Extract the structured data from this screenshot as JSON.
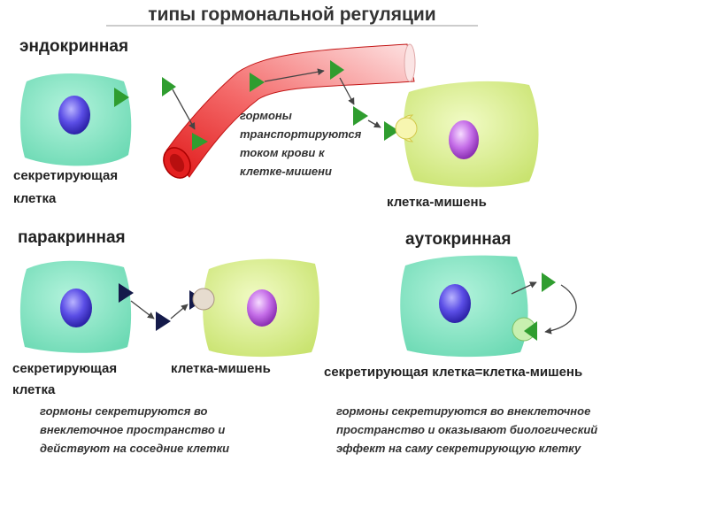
{
  "title": "типы гормональной регуляции",
  "colors": {
    "secreting_cell": "#7fe3c0",
    "target_cell": "#d6ec88",
    "nucleus_blue": "#5b4ee6",
    "nucleus_purple": "#c56ee8",
    "hormone_green": "#2f9d2f",
    "hormone_navy": "#141a4a",
    "vessel": "#e21e1e"
  },
  "endocrine": {
    "heading": "эндокринная",
    "secreting_label": "секретирующая",
    "secreting_label_2": "клетка",
    "note_lines": [
      "гормоны",
      "транспортируются",
      "током крови к",
      "клетке-мишени"
    ],
    "target_label": "клетка-мишень"
  },
  "paracrine": {
    "heading": "паракринная",
    "secreting_label": "секретирующая",
    "secreting_label_2": "клетка",
    "target_label": "клетка-мишень",
    "note_lines": [
      "гормоны секретируются во",
      "внеклеточное пространство и",
      "действуют на соседние клетки"
    ]
  },
  "autocrine": {
    "heading": "аутокринная",
    "cell_label": "секретирующая клетка=клетка-мишень",
    "note_lines": [
      "гормоны секретируются во внеклеточное",
      "пространство и оказывают биологический",
      "эффект на саму секретирующую клетку"
    ]
  },
  "icons": [
    "hormone-triangle-icon",
    "receptor-icon",
    "arrow-icon",
    "blood-vessel-icon"
  ]
}
